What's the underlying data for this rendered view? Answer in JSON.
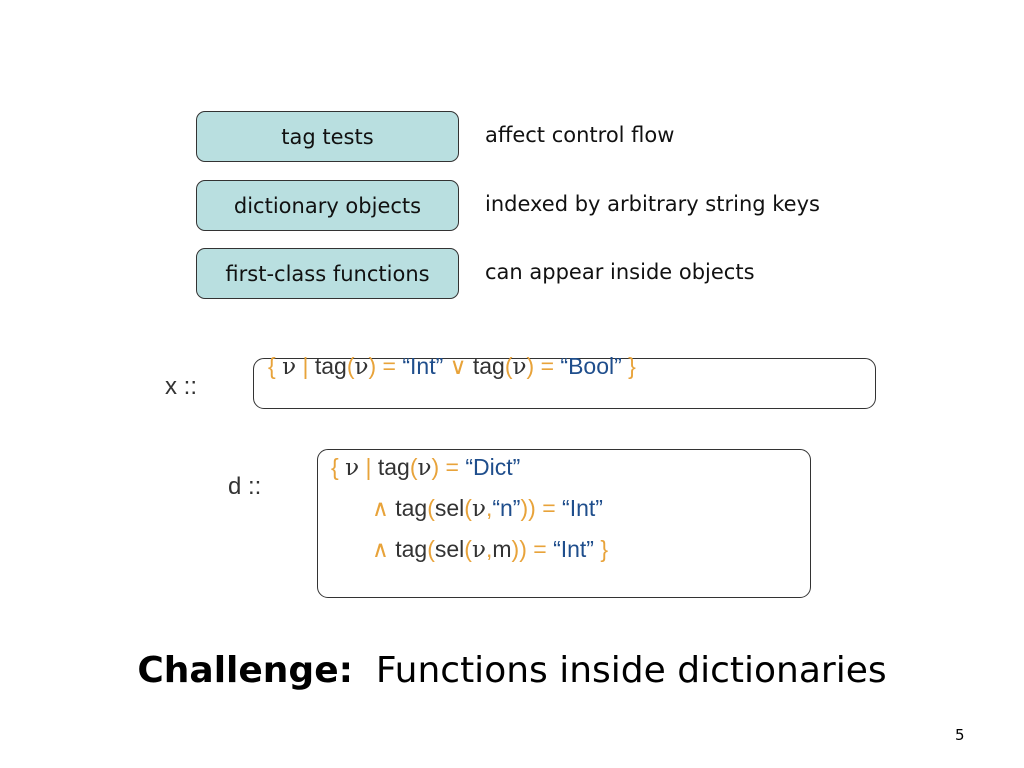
{
  "features": [
    {
      "name": "tag tests",
      "description": "affect control flow"
    },
    {
      "name": "dictionary objects",
      "description": "indexed by arbitrary string keys"
    },
    {
      "name": "first-class functions",
      "description": "can appear inside objects"
    }
  ],
  "x_type": {
    "label": "x ::",
    "tokens": [
      "{",
      "ν",
      "|",
      "tag",
      "(",
      "ν",
      ")",
      "=",
      "“Int”",
      "∨",
      "tag",
      "(",
      "ν",
      ")",
      "=",
      "“Bool”",
      "}"
    ]
  },
  "d_type": {
    "label": "d ::",
    "line1": [
      "{",
      "ν",
      "|",
      "tag",
      "(",
      "ν",
      ")",
      "=",
      "“Dict”"
    ],
    "line2": [
      "∧",
      "tag",
      "(",
      "sel",
      "(",
      "ν",
      ",",
      "“n”",
      ")",
      ")",
      "=",
      "“Int”"
    ],
    "line3": [
      "∧",
      "tag",
      "(",
      "sel",
      "(",
      "ν",
      ",",
      "m",
      ")",
      ")",
      "=",
      "“Int”",
      "}"
    ]
  },
  "challenge": {
    "bold": "Challenge:",
    "rest": "Functions inside dictionaries"
  },
  "page_number": "5",
  "colors": {
    "pill_fill": "#b9dfe0",
    "operator": "#e8a33a",
    "string_literal": "#1f4e8c",
    "text": "#333333"
  }
}
